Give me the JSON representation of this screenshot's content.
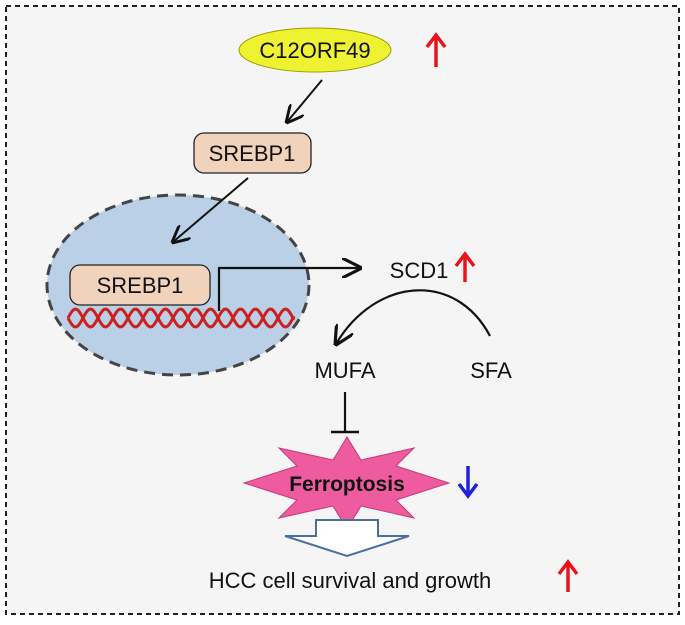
{
  "diagram": {
    "nodes": {
      "c12orf49": "C12ORF49",
      "srebp1_cytoplasm": "SREBP1",
      "srebp1_nucleus": "SREBP1",
      "scd1": "SCD1",
      "mufa": "MUFA",
      "sfa": "SFA",
      "ferroptosis": "Ferroptosis",
      "outcome": "HCC cell survival and growth"
    },
    "indicators": {
      "c12orf49": "up",
      "scd1": "up",
      "ferroptosis": "down",
      "outcome": "up"
    },
    "colors": {
      "up_arrow": "#e8141b",
      "down_arrow": "#1f1fe0",
      "c12orf49_fill": "#eef230",
      "srebp1_fill": "#f1d3bc",
      "nucleus_fill": "#bad0e6",
      "ferroptosis_fill": "#ee5b9e",
      "dna_strand": "#cc2020",
      "block_arrow_fill": "#ffffff",
      "block_arrow_stroke": "#4a6ea0",
      "background": "#f5f5f5",
      "frame": "#222222"
    }
  }
}
